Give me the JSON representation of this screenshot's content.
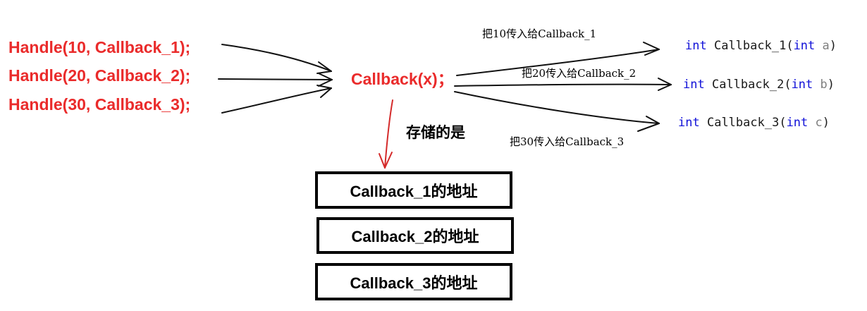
{
  "handles": [
    "Handle(10, Callback_1);",
    "Handle(20, Callback_2);",
    "Handle(30, Callback_3);"
  ],
  "callback_call": "Callback(x)；",
  "store_label": "存储的是",
  "pass_notes": [
    "把10传入给Callback_1",
    "把20传入给Callback_2",
    "把30传入给Callback_3"
  ],
  "functions": [
    {
      "keyword": "int",
      "name": "Callback_1(",
      "param_type": "int",
      "param": " a",
      "close": ")"
    },
    {
      "keyword": "int",
      "name": "Callback_2(",
      "param_type": "int",
      "param": " b",
      "close": ")"
    },
    {
      "keyword": "int",
      "name": "Callback_3(",
      "param_type": "int",
      "param": " c",
      "close": ")"
    }
  ],
  "address_boxes": [
    "Callback_1的地址",
    "Callback_2的地址",
    "Callback_3的地址"
  ],
  "colors": {
    "call_text": "#ea2b2b",
    "arrow_red": "#d42a2a",
    "keyword": "#1010d8",
    "param": "#808080"
  }
}
